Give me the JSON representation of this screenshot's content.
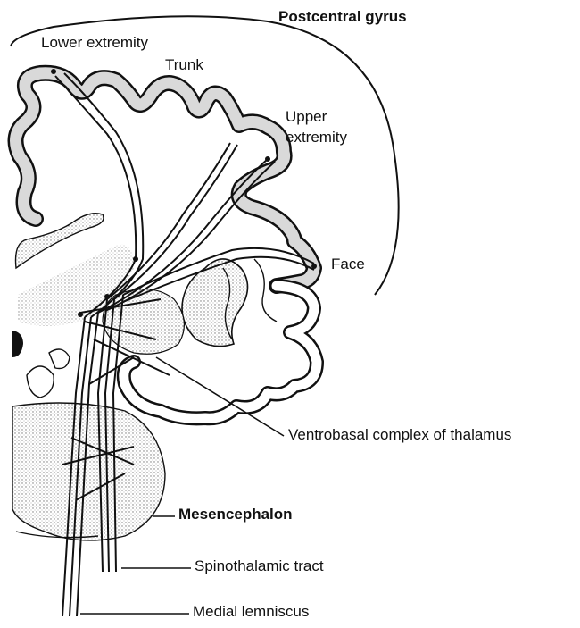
{
  "labels": {
    "postcentral_gyrus": "Postcentral gyrus",
    "lower_extremity": "Lower extremity",
    "trunk": "Trunk",
    "upper_extremity_line1": "Upper",
    "upper_extremity_line2": "extremity",
    "face": "Face",
    "ventrobasal_complex": "Ventrobasal complex of thalamus",
    "mesencephalon": "Mesencephalon",
    "spinothalamic_tract": "Spinothalamic tract",
    "medial_lemniscus": "Medial lemniscus"
  },
  "colors": {
    "ink": "#111111",
    "cortex_fill": "#d9d9d9",
    "background": "#ffffff"
  }
}
